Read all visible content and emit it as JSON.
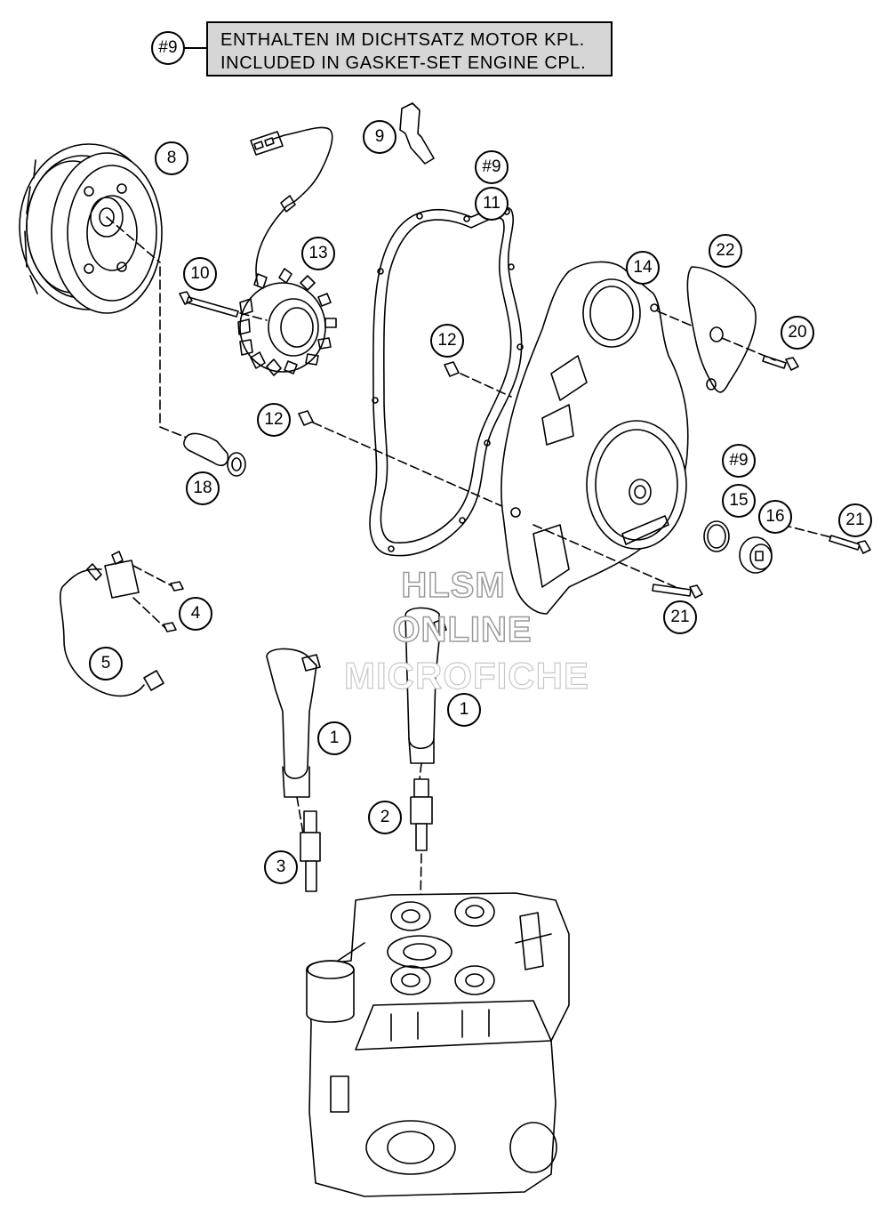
{
  "legend": {
    "ref": "#9",
    "line_de": "ENTHALTEN IM DICHTSATZ MOTOR KPL.",
    "line_en": "INCLUDED IN GASKET-SET ENGINE CPL."
  },
  "callouts": {
    "c8": "8",
    "c9": "9",
    "c9ref_a": "#9",
    "c11": "11",
    "c13": "13",
    "c10": "10",
    "c22": "22",
    "c14": "14",
    "c12_a": "12",
    "c20": "20",
    "c12_b": "12",
    "c9ref_b": "#9",
    "c15": "15",
    "c16": "16",
    "c21_a": "21",
    "c18": "18",
    "c4": "4",
    "c21_b": "21",
    "c5": "5",
    "c1_a": "1",
    "c1_b": "1",
    "c2": "2",
    "c3": "3"
  },
  "watermark": {
    "line1": "HLSM",
    "line2": "ONLINE",
    "line3": "MICROFICHE"
  }
}
